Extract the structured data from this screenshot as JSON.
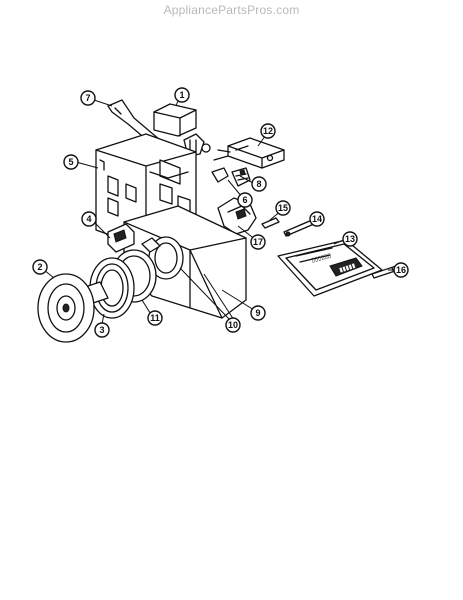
{
  "watermark": "AppliancePartsPros.com",
  "callouts": [
    "1",
    "2",
    "3",
    "4",
    "5",
    "6",
    "7",
    "8",
    "9",
    "10",
    "11",
    "12",
    "13",
    "14",
    "15",
    "16",
    "17"
  ],
  "label_text": {
    "model_plate": "▯▯▯▯▯▯",
    "brand_plate": "▮▮▮▮▮"
  }
}
